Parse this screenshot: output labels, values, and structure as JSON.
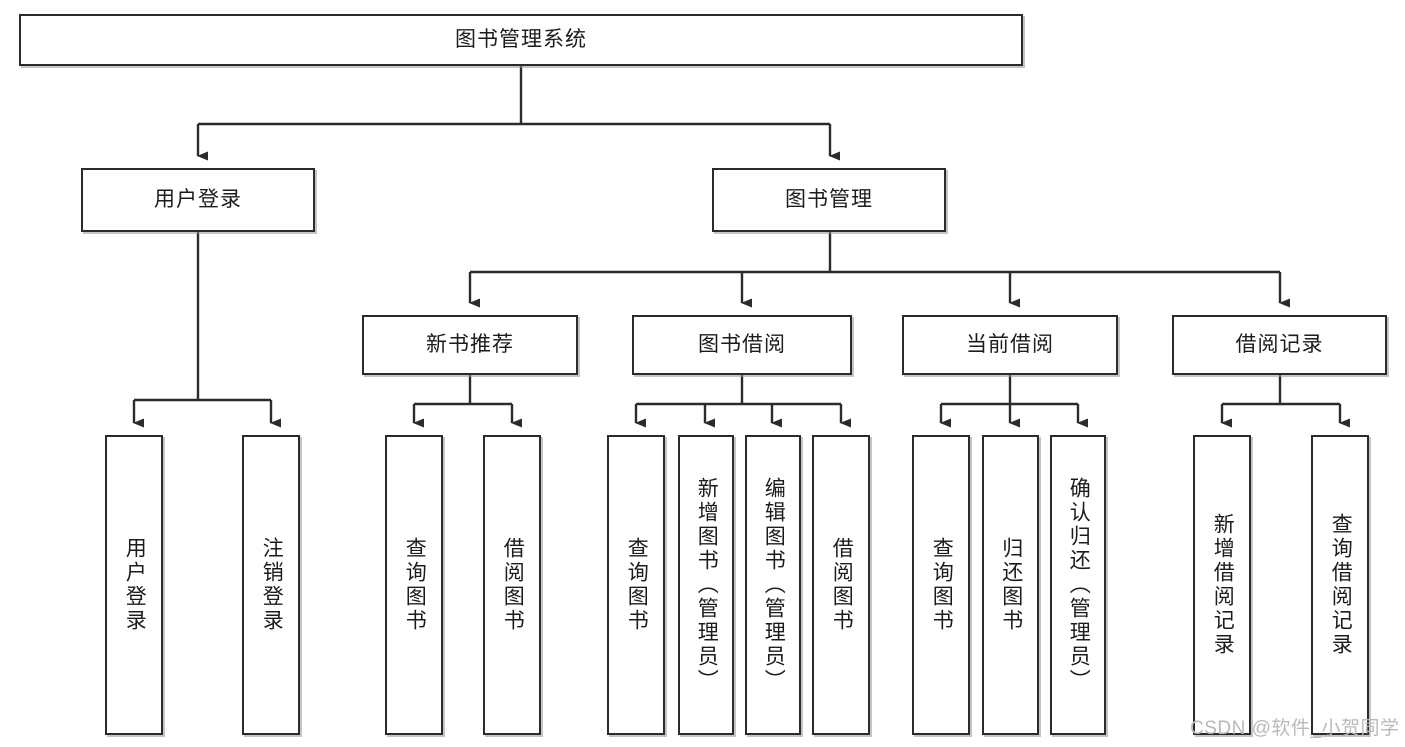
{
  "diagram": {
    "type": "tree",
    "title": "图书管理系统",
    "watermark": "CSDN @软件_小贺同学",
    "colors": {
      "background": "#ffffff",
      "box_border": "#2b2b2b",
      "box_fill": "#ffffff",
      "edge": "#2b2b2b",
      "text": "#1c1c1c",
      "watermark": "#b9b9b9"
    },
    "nodes": {
      "root": "图书管理系统",
      "level2": {
        "user_login": "用户登录",
        "book_manage": "图书管理"
      },
      "level3": {
        "new_book_rec": "新书推荐",
        "book_borrow": "图书借阅",
        "current_borrow": "当前借阅",
        "borrow_record": "借阅记录"
      },
      "leaves": {
        "user_login_1": "用户登录",
        "user_login_2": "注销登录",
        "new_book_rec_1": "查询图书",
        "new_book_rec_2": "借阅图书",
        "book_borrow_1": "查询图书",
        "book_borrow_2": "新增图书（管理员）",
        "book_borrow_3": "编辑图书（管理员）",
        "book_borrow_4": "借阅图书",
        "current_borrow_1": "查询图书",
        "current_borrow_2": "归还图书",
        "current_borrow_3": "确认归还（管理员）",
        "borrow_record_1": "新增借阅记录",
        "borrow_record_2": "查询借阅记录"
      }
    }
  }
}
